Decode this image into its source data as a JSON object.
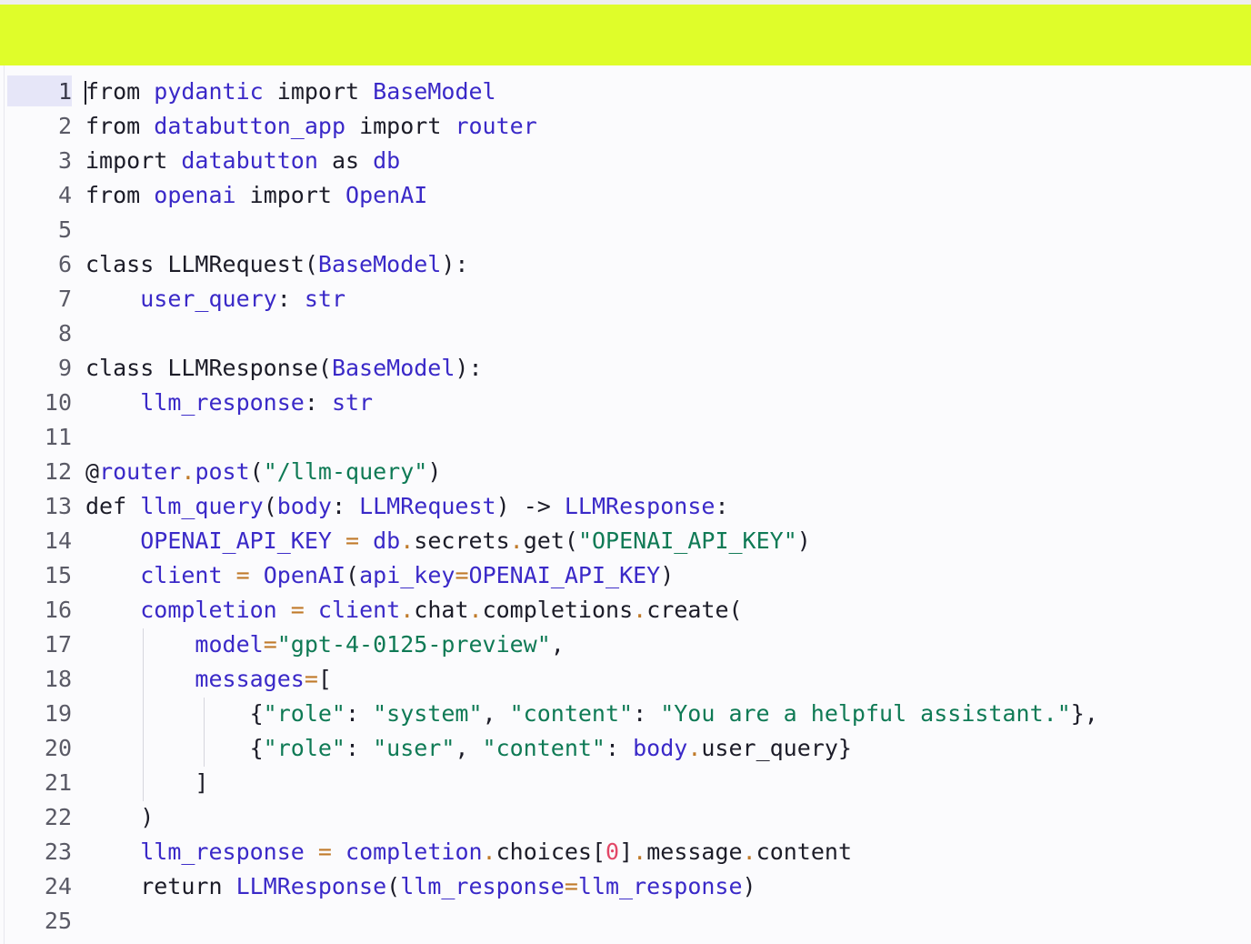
{
  "colors": {
    "banner": "#dffd2a",
    "keyword": "#1c1c28",
    "name": "#3a29c8",
    "string": "#0f7a55",
    "operator": "#c07a2a",
    "number": "#e24767",
    "active_line": "#e6e6f8"
  },
  "editor": {
    "active_line": 1,
    "lines": [
      {
        "n": "1",
        "tokens": [
          [
            "kw",
            "from"
          ],
          [
            "p",
            " "
          ],
          [
            "name",
            "pydantic"
          ],
          [
            "p",
            " "
          ],
          [
            "kw",
            "import"
          ],
          [
            "p",
            " "
          ],
          [
            "name",
            "BaseModel"
          ]
        ]
      },
      {
        "n": "2",
        "tokens": [
          [
            "kw",
            "from"
          ],
          [
            "p",
            " "
          ],
          [
            "name",
            "databutton_app"
          ],
          [
            "p",
            " "
          ],
          [
            "kw",
            "import"
          ],
          [
            "p",
            " "
          ],
          [
            "name",
            "router"
          ]
        ]
      },
      {
        "n": "3",
        "tokens": [
          [
            "kw",
            "import"
          ],
          [
            "p",
            " "
          ],
          [
            "name",
            "databutton"
          ],
          [
            "p",
            " "
          ],
          [
            "kw",
            "as"
          ],
          [
            "p",
            " "
          ],
          [
            "name",
            "db"
          ]
        ]
      },
      {
        "n": "4",
        "tokens": [
          [
            "kw",
            "from"
          ],
          [
            "p",
            " "
          ],
          [
            "name",
            "openai"
          ],
          [
            "p",
            " "
          ],
          [
            "kw",
            "import"
          ],
          [
            "p",
            " "
          ],
          [
            "name",
            "OpenAI"
          ]
        ]
      },
      {
        "n": "5",
        "tokens": []
      },
      {
        "n": "6",
        "tokens": [
          [
            "kw",
            "class"
          ],
          [
            "p",
            " LLMRequest("
          ],
          [
            "name",
            "BaseModel"
          ],
          [
            "p",
            "):"
          ]
        ]
      },
      {
        "n": "7",
        "tokens": [
          [
            "p",
            "    "
          ],
          [
            "name",
            "user_query"
          ],
          [
            "p",
            ": "
          ],
          [
            "name",
            "str"
          ]
        ]
      },
      {
        "n": "8",
        "tokens": []
      },
      {
        "n": "9",
        "tokens": [
          [
            "kw",
            "class"
          ],
          [
            "p",
            " LLMResponse("
          ],
          [
            "name",
            "BaseModel"
          ],
          [
            "p",
            "):"
          ]
        ]
      },
      {
        "n": "10",
        "tokens": [
          [
            "p",
            "    "
          ],
          [
            "name",
            "llm_response"
          ],
          [
            "p",
            ": "
          ],
          [
            "name",
            "str"
          ]
        ]
      },
      {
        "n": "11",
        "tokens": []
      },
      {
        "n": "12",
        "tokens": [
          [
            "p",
            "@"
          ],
          [
            "name",
            "router"
          ],
          [
            "op",
            "."
          ],
          [
            "name",
            "post"
          ],
          [
            "p",
            "("
          ],
          [
            "str",
            "\"/llm-query\""
          ],
          [
            "p",
            ")"
          ]
        ]
      },
      {
        "n": "13",
        "tokens": [
          [
            "kw",
            "def"
          ],
          [
            "p",
            " "
          ],
          [
            "name",
            "llm_query"
          ],
          [
            "p",
            "("
          ],
          [
            "name",
            "body"
          ],
          [
            "p",
            ": "
          ],
          [
            "name",
            "LLMRequest"
          ],
          [
            "p",
            ") -> "
          ],
          [
            "name",
            "LLMResponse"
          ],
          [
            "p",
            ":"
          ]
        ]
      },
      {
        "n": "14",
        "tokens": [
          [
            "p",
            "    "
          ],
          [
            "name",
            "OPENAI_API_KEY"
          ],
          [
            "p",
            " "
          ],
          [
            "op",
            "="
          ],
          [
            "p",
            " "
          ],
          [
            "name",
            "db"
          ],
          [
            "op",
            "."
          ],
          [
            "p",
            "secrets"
          ],
          [
            "op",
            "."
          ],
          [
            "p",
            "get("
          ],
          [
            "str",
            "\"OPENAI_API_KEY\""
          ],
          [
            "p",
            ")"
          ]
        ]
      },
      {
        "n": "15",
        "tokens": [
          [
            "p",
            "    "
          ],
          [
            "name",
            "client"
          ],
          [
            "p",
            " "
          ],
          [
            "op",
            "="
          ],
          [
            "p",
            " "
          ],
          [
            "name",
            "OpenAI"
          ],
          [
            "p",
            "("
          ],
          [
            "name",
            "api_key"
          ],
          [
            "op",
            "="
          ],
          [
            "name",
            "OPENAI_API_KEY"
          ],
          [
            "p",
            ")"
          ]
        ]
      },
      {
        "n": "16",
        "tokens": [
          [
            "p",
            "    "
          ],
          [
            "name",
            "completion"
          ],
          [
            "p",
            " "
          ],
          [
            "op",
            "="
          ],
          [
            "p",
            " "
          ],
          [
            "name",
            "client"
          ],
          [
            "op",
            "."
          ],
          [
            "p",
            "chat"
          ],
          [
            "op",
            "."
          ],
          [
            "p",
            "completions"
          ],
          [
            "op",
            "."
          ],
          [
            "p",
            "create("
          ]
        ]
      },
      {
        "n": "17",
        "tokens": [
          [
            "p",
            "        "
          ],
          [
            "name",
            "model"
          ],
          [
            "op",
            "="
          ],
          [
            "str",
            "\"gpt-4-0125-preview\""
          ],
          [
            "p",
            ","
          ]
        ]
      },
      {
        "n": "18",
        "tokens": [
          [
            "p",
            "        "
          ],
          [
            "name",
            "messages"
          ],
          [
            "op",
            "="
          ],
          [
            "p",
            "["
          ]
        ]
      },
      {
        "n": "19",
        "tokens": [
          [
            "p",
            "            {"
          ],
          [
            "str",
            "\"role\""
          ],
          [
            "p",
            ": "
          ],
          [
            "str",
            "\"system\""
          ],
          [
            "p",
            ", "
          ],
          [
            "str",
            "\"content\""
          ],
          [
            "p",
            ": "
          ],
          [
            "str",
            "\"You are a helpful assistant.\""
          ],
          [
            "p",
            "},"
          ]
        ]
      },
      {
        "n": "20",
        "tokens": [
          [
            "p",
            "            {"
          ],
          [
            "str",
            "\"role\""
          ],
          [
            "p",
            ": "
          ],
          [
            "str",
            "\"user\""
          ],
          [
            "p",
            ", "
          ],
          [
            "str",
            "\"content\""
          ],
          [
            "p",
            ": "
          ],
          [
            "name",
            "body"
          ],
          [
            "op",
            "."
          ],
          [
            "p",
            "user_query}"
          ]
        ]
      },
      {
        "n": "21",
        "tokens": [
          [
            "p",
            "        ]"
          ]
        ]
      },
      {
        "n": "22",
        "tokens": [
          [
            "p",
            "    )"
          ]
        ]
      },
      {
        "n": "23",
        "tokens": [
          [
            "p",
            "    "
          ],
          [
            "name",
            "llm_response"
          ],
          [
            "p",
            " "
          ],
          [
            "op",
            "="
          ],
          [
            "p",
            " "
          ],
          [
            "name",
            "completion"
          ],
          [
            "op",
            "."
          ],
          [
            "p",
            "choices["
          ],
          [
            "num",
            "0"
          ],
          [
            "p",
            "]"
          ],
          [
            "op",
            "."
          ],
          [
            "p",
            "message"
          ],
          [
            "op",
            "."
          ],
          [
            "p",
            "content"
          ]
        ]
      },
      {
        "n": "24",
        "tokens": [
          [
            "p",
            "    return "
          ],
          [
            "name",
            "LLMResponse"
          ],
          [
            "p",
            "("
          ],
          [
            "name",
            "llm_response"
          ],
          [
            "op",
            "="
          ],
          [
            "name",
            "llm_response"
          ],
          [
            "p",
            ")"
          ]
        ]
      },
      {
        "n": "25",
        "tokens": []
      }
    ]
  }
}
